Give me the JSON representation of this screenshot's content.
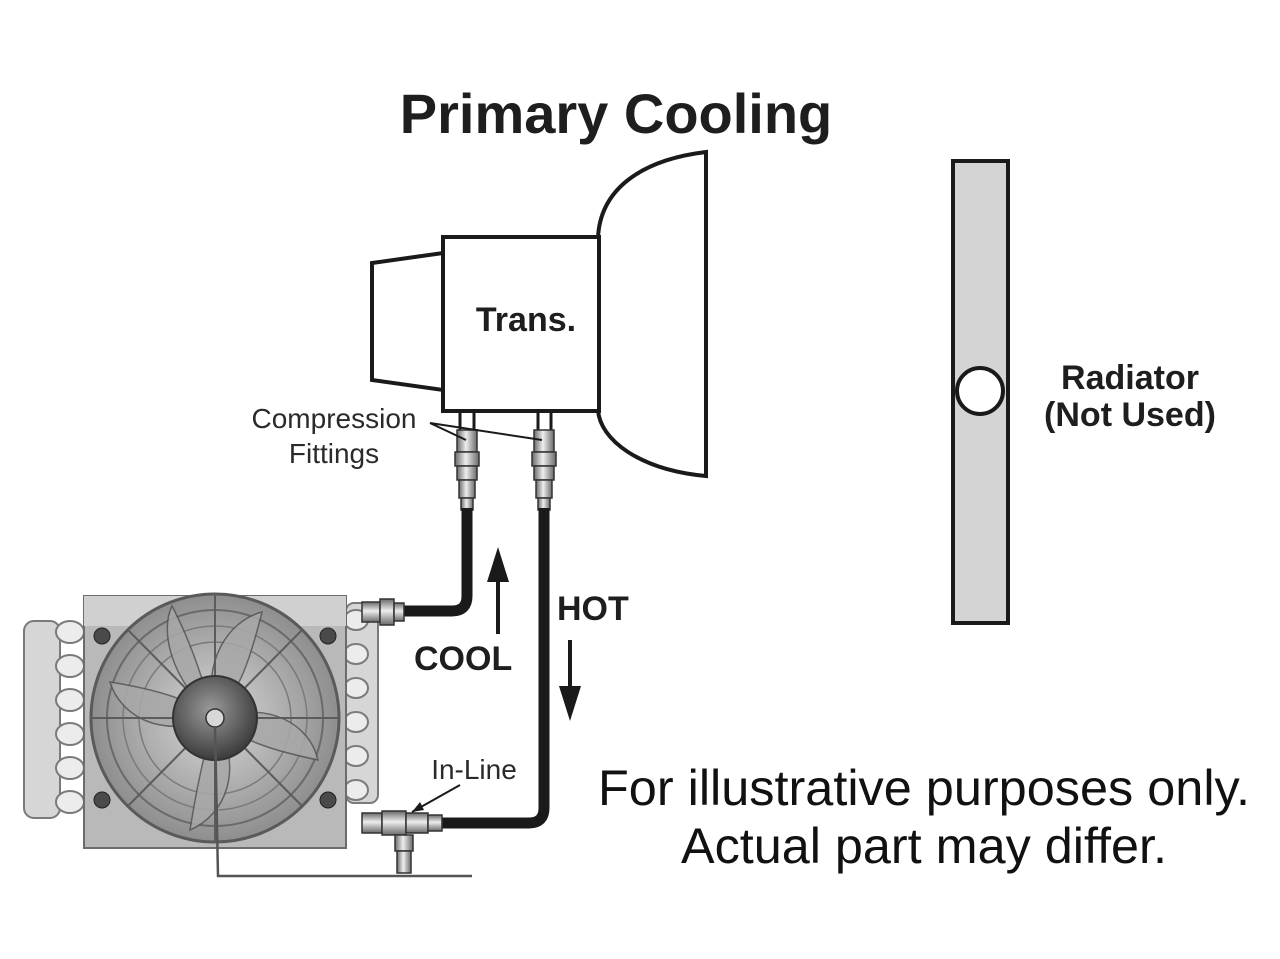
{
  "title": "Primary Cooling",
  "labels": {
    "transmission": "Trans.",
    "radiator_line1": "Radiator",
    "radiator_line2": "(Not Used)",
    "compression_line1": "Compression",
    "compression_line2": "Fittings",
    "cool": "COOL",
    "hot": "HOT",
    "inline": "In-Line"
  },
  "disclaimer": {
    "line1": "For illustrative purposes only.",
    "line2": "Actual part may differ."
  },
  "icons": {
    "cooler": "oil-cooler-with-fan-icon",
    "flow_up": "arrow-up-icon",
    "flow_down": "arrow-down-icon"
  },
  "colors": {
    "line": "#1a1a1a",
    "radiator_fill": "#d4d4d4",
    "cooler_fill": "#b9b9b9",
    "background": "#ffffff"
  }
}
